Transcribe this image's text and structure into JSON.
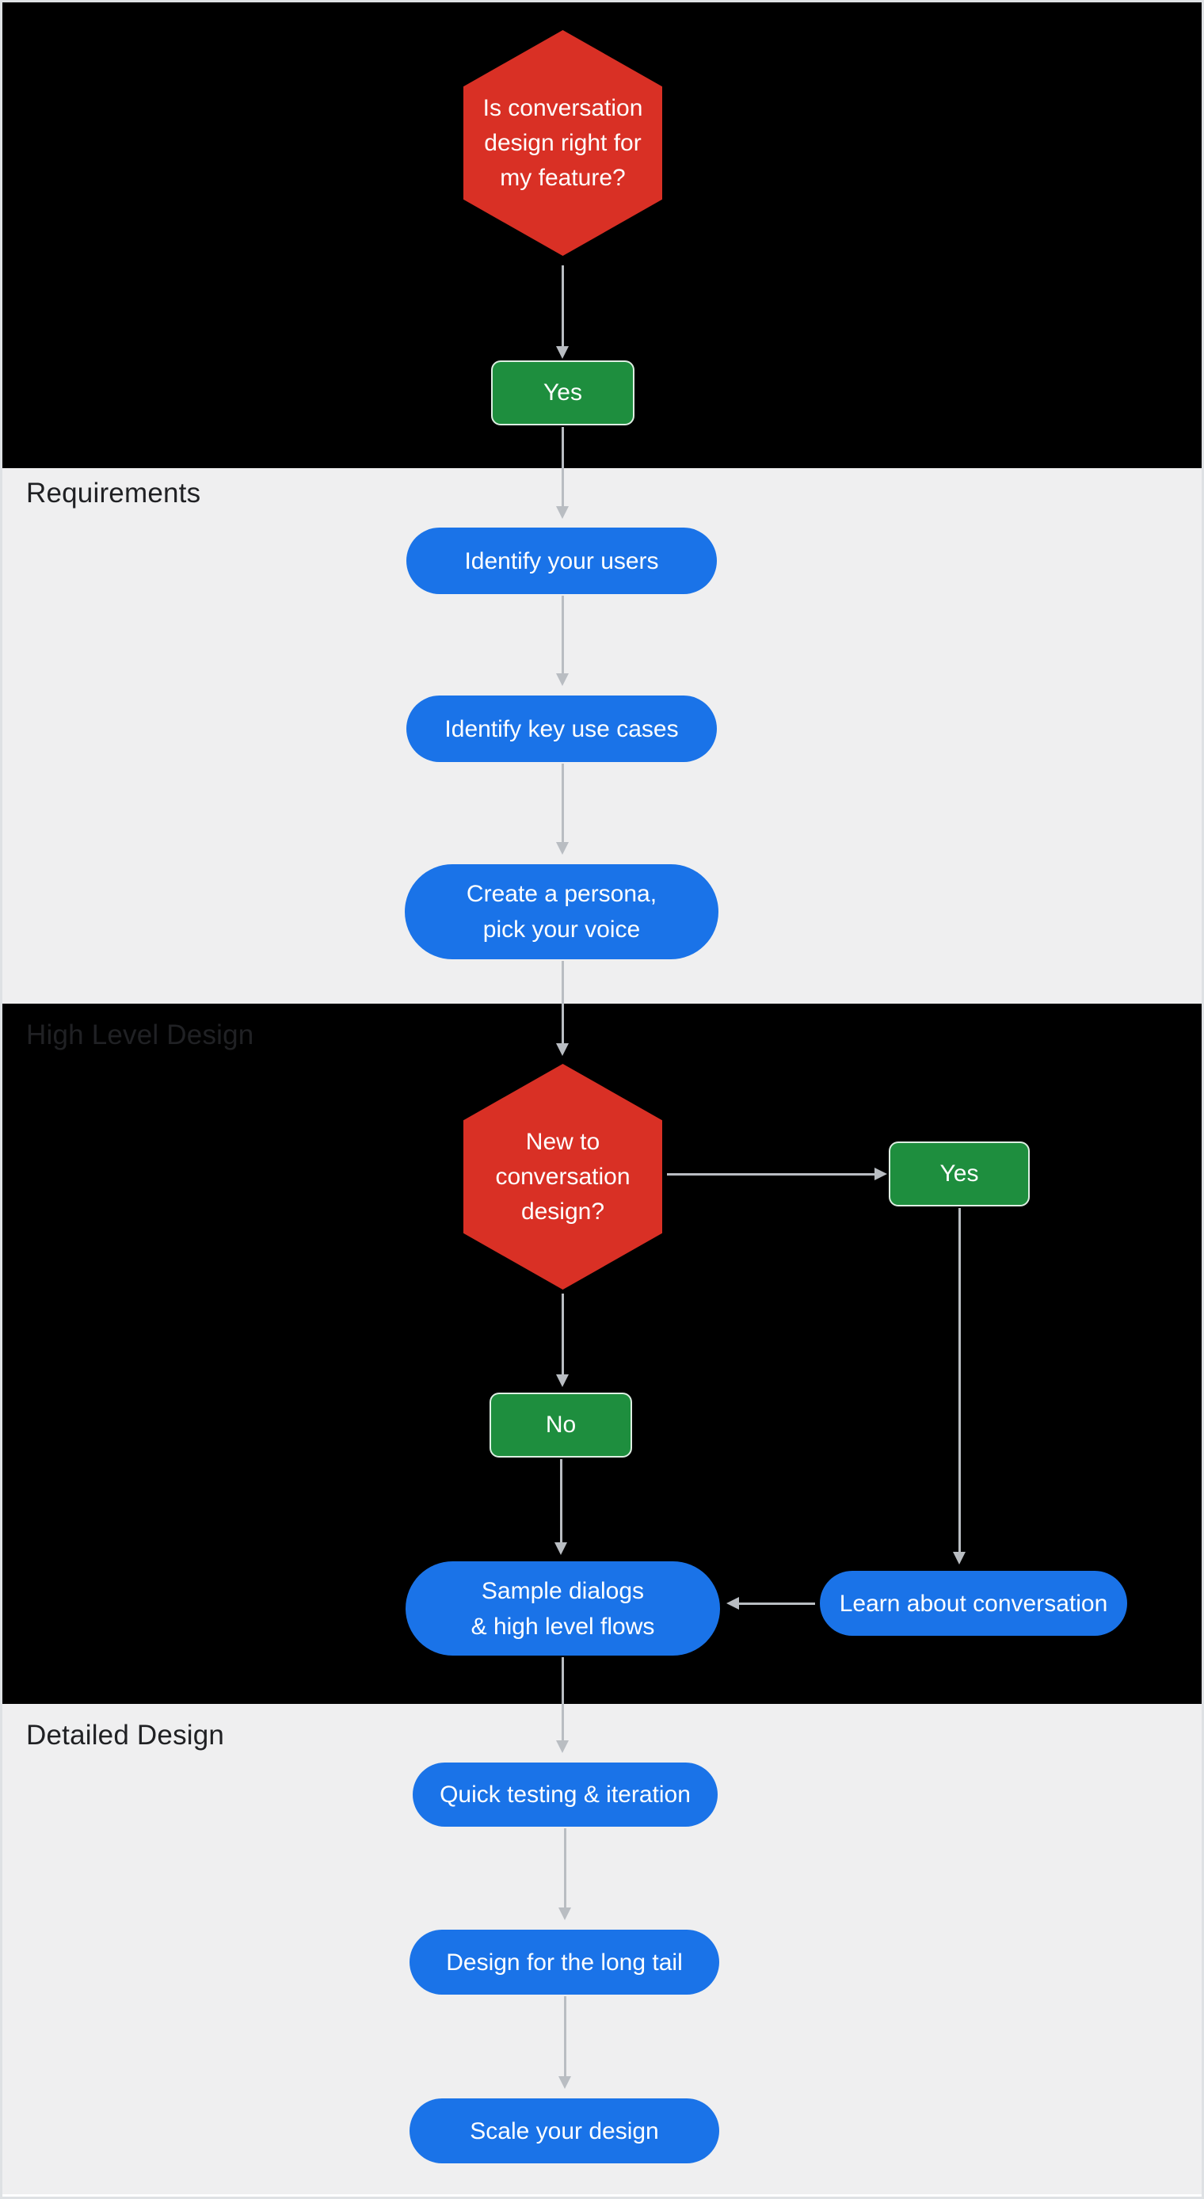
{
  "sections": {
    "requirements": {
      "label": "Requirements"
    },
    "high_level_design": {
      "label": "High Level Design"
    },
    "detailed_design": {
      "label": "Detailed Design"
    }
  },
  "nodes": {
    "start_decision": {
      "type": "decision",
      "label": "Is conversation\ndesign right for\nmy feature?"
    },
    "start_yes": {
      "type": "answer",
      "label": "Yes"
    },
    "identify_users": {
      "type": "step",
      "label": "Identify your users"
    },
    "identify_use_cases": {
      "type": "step",
      "label": "Identify key use cases"
    },
    "create_persona": {
      "type": "step",
      "label": "Create a persona,\npick your voice"
    },
    "new_to_design": {
      "type": "decision",
      "label": "New to\nconversation\ndesign?"
    },
    "new_yes": {
      "type": "answer",
      "label": "Yes"
    },
    "new_no": {
      "type": "answer",
      "label": "No"
    },
    "learn_conversation": {
      "type": "step",
      "label": "Learn about conversation"
    },
    "sample_dialogs": {
      "type": "step",
      "label": "Sample dialogs\n& high level flows"
    },
    "quick_testing": {
      "type": "step",
      "label": "Quick testing & iteration"
    },
    "design_long_tail": {
      "type": "step",
      "label": "Design for the long tail"
    },
    "scale_design": {
      "type": "step",
      "label": "Scale your design"
    }
  },
  "edges": [
    {
      "from": "start_decision",
      "to": "start_yes"
    },
    {
      "from": "start_yes",
      "to": "identify_users"
    },
    {
      "from": "identify_users",
      "to": "identify_use_cases"
    },
    {
      "from": "identify_use_cases",
      "to": "create_persona"
    },
    {
      "from": "create_persona",
      "to": "new_to_design"
    },
    {
      "from": "new_to_design",
      "to": "new_yes"
    },
    {
      "from": "new_to_design",
      "to": "new_no"
    },
    {
      "from": "new_yes",
      "to": "learn_conversation"
    },
    {
      "from": "new_no",
      "to": "sample_dialogs"
    },
    {
      "from": "learn_conversation",
      "to": "sample_dialogs"
    },
    {
      "from": "sample_dialogs",
      "to": "quick_testing"
    },
    {
      "from": "quick_testing",
      "to": "design_long_tail"
    },
    {
      "from": "design_long_tail",
      "to": "scale_design"
    }
  ],
  "colors": {
    "decision_red": "#d93025",
    "answer_green": "#1e8e3e",
    "step_blue": "#1a73e8",
    "band_dark": "#000000",
    "band_light": "#efeff0",
    "arrow_gray": "#b9bdc2",
    "label_text": "#202124",
    "node_text": "#ffffff"
  }
}
